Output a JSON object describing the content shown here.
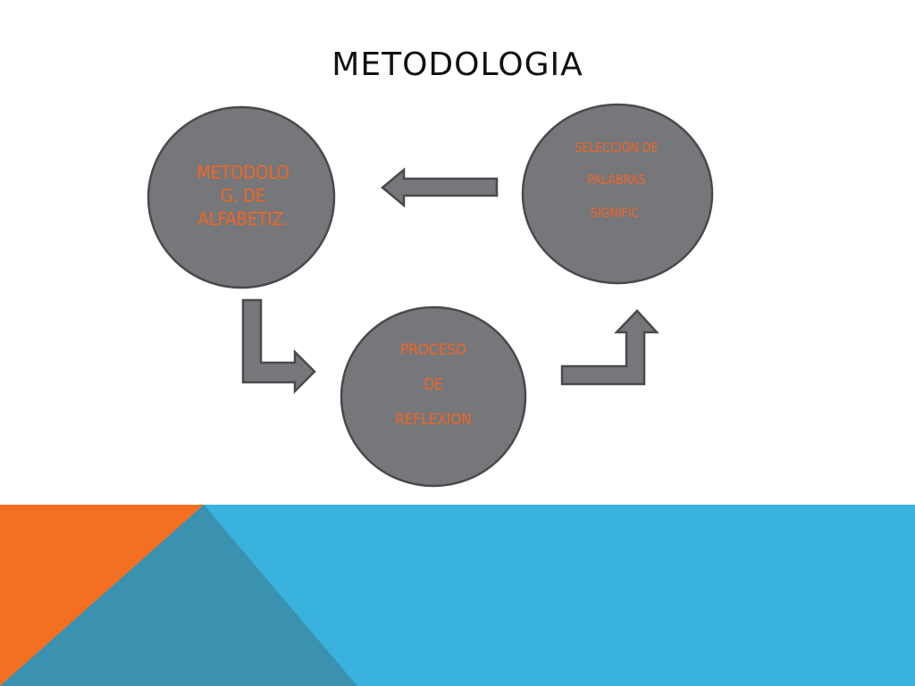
{
  "title": "METODOLOGIA",
  "nodes": {
    "left": {
      "lines": [
        "METODOLO",
        "G. DE",
        "ALFABETIZ."
      ]
    },
    "right": {
      "lines": [
        "SELECCIÓN DE",
        "PALABRAS",
        "SIGNIFIC."
      ]
    },
    "bottom": {
      "lines": [
        "PROCESO",
        "DE",
        "REFLEXION"
      ]
    }
  },
  "colors": {
    "node_fill": "#76777a",
    "node_stroke": "#4a4a4c",
    "node_text": "#f26522",
    "arrow_fill": "#76777a",
    "arrow_stroke": "#4a4a4c",
    "banner_blue": "#3ab2de",
    "banner_orange": "#f36f21",
    "banner_teal": "#3a92b0"
  }
}
